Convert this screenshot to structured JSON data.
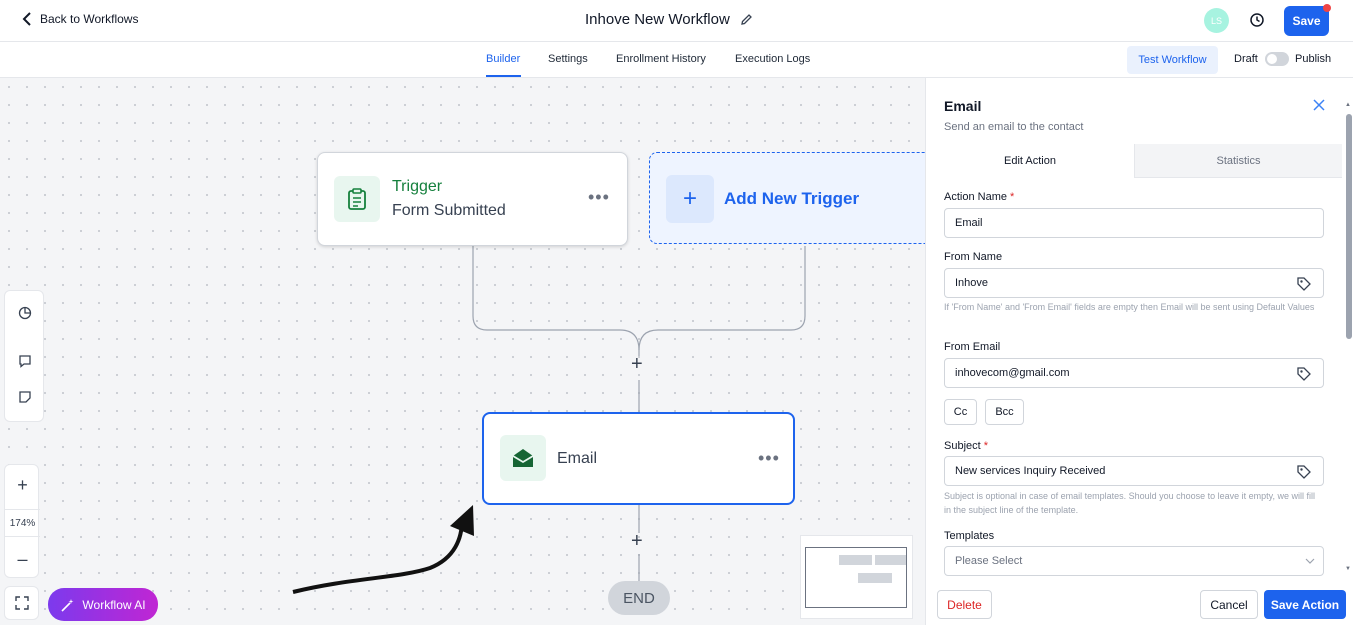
{
  "header": {
    "back_label": "Back to Workflows",
    "workflow_title": "Inhove New Workflow",
    "avatar_initials": "LS",
    "save_label": "Save"
  },
  "subnav": {
    "tabs": [
      "Builder",
      "Settings",
      "Enrollment History",
      "Execution Logs"
    ],
    "active_tab": "Builder",
    "test_label": "Test Workflow",
    "draft_label": "Draft",
    "publish_label": "Publish",
    "published": false
  },
  "canvas": {
    "trigger": {
      "title": "Trigger",
      "subtitle": "Form Submitted"
    },
    "add_trigger_label": "Add New Trigger",
    "action_node_label": "Email",
    "end_label": "END",
    "zoom_level": "174%",
    "ai_button_label": "Workflow AI"
  },
  "panel": {
    "title": "Email",
    "subtitle": "Send an email to the contact",
    "tabs": [
      "Edit Action",
      "Statistics"
    ],
    "active_tab": "Edit Action",
    "fields": {
      "action_name_label": "Action Name",
      "action_name_value": "Email",
      "from_name_label": "From Name",
      "from_name_value": "Inhove",
      "from_name_help": "If 'From Name' and 'From Email' fields are empty then Email will be sent using Default Values",
      "from_email_label": "From Email",
      "from_email_value": "inhovecom@gmail.com",
      "cc_label": "Cc",
      "bcc_label": "Bcc",
      "subject_label": "Subject",
      "subject_value": "New services Inquiry Received",
      "subject_help": "Subject is optional in case of email templates. Should you choose to leave it empty, we will fill in the subject line of the template.",
      "templates_label": "Templates",
      "templates_placeholder": "Please Select"
    },
    "buttons": {
      "delete": "Delete",
      "cancel": "Cancel",
      "save_action": "Save Action"
    }
  },
  "colors": {
    "primary": "#1d63ed",
    "success": "#15803d",
    "danger": "#dc2626",
    "ai_gradient_start": "#7c3aed",
    "ai_gradient_end": "#c026d3"
  }
}
